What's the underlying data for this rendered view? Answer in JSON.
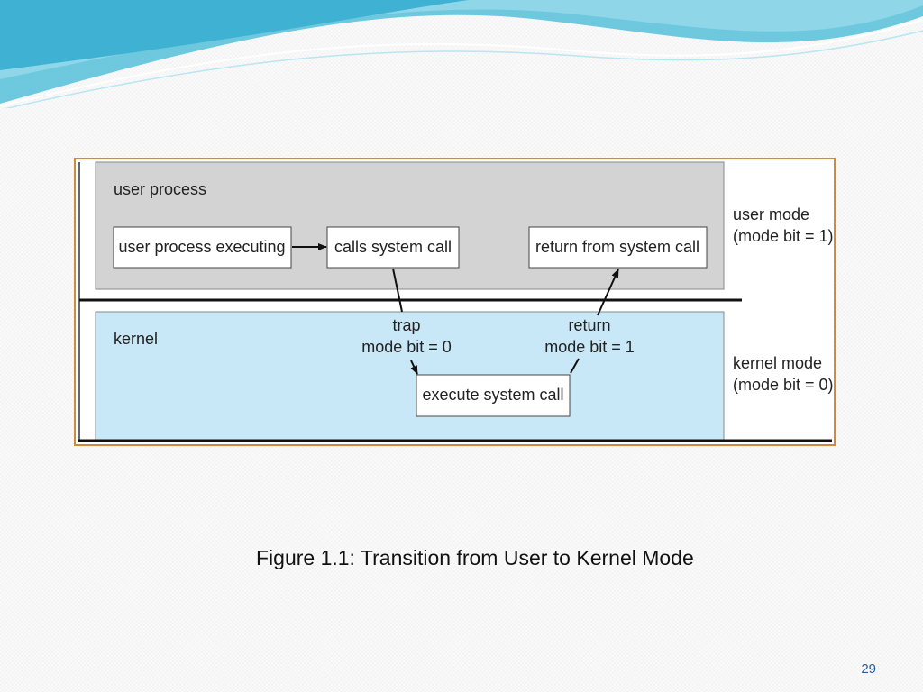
{
  "diagram": {
    "user_region_label": "user process",
    "kernel_region_label": "kernel",
    "boxes": {
      "user_process_executing": "user process executing",
      "calls_system_call": "calls system call",
      "return_from_system_call": "return from system call",
      "execute_system_call": "execute system call"
    },
    "transitions": {
      "trap": {
        "line1": "trap",
        "line2": "mode bit = 0"
      },
      "return": {
        "line1": "return",
        "line2": "mode bit = 1"
      }
    },
    "modes": {
      "user": {
        "line1": "user mode",
        "line2": "(mode bit = 1)"
      },
      "kernel": {
        "line1": "kernel mode",
        "line2": "(mode bit = 0)"
      }
    },
    "colors": {
      "user_region": "#d3d3d3",
      "kernel_region": "#c8e7f7",
      "frame_border": "#d08a3a"
    }
  },
  "caption": "Figure 1.1: Transition from User to Kernel Mode",
  "page_number": "29"
}
